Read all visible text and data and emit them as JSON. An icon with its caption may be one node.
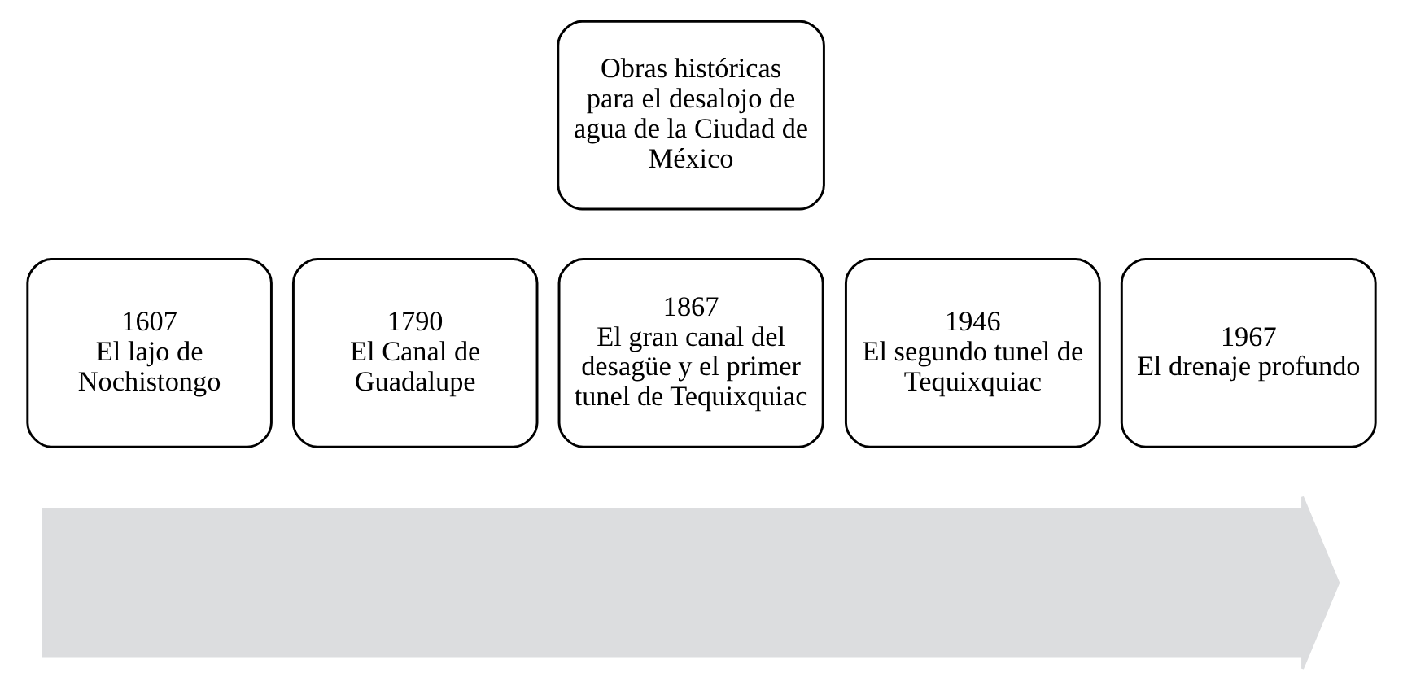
{
  "diagram": {
    "nodes": [
      {
        "text": [
          "Obras históricas para el desalojo de agua de la Ciudad de México"
        ]
      },
      {
        "text": [],
        "shape": "arrow"
      },
      {
        "text": [
          "1607",
          "El lajo de Nochistongo"
        ]
      },
      {
        "text": [
          "1790",
          "El Canal de Guadalupe"
        ]
      },
      {
        "text": [
          "1867",
          "El gran canal del desagüe y el primer tunel de Tequixquiac"
        ]
      },
      {
        "text": [
          "1946",
          "El segundo tunel de Tequixquiac"
        ]
      },
      {
        "text": [
          "1967",
          "El drenaje profundo"
        ]
      }
    ],
    "edges": []
  }
}
